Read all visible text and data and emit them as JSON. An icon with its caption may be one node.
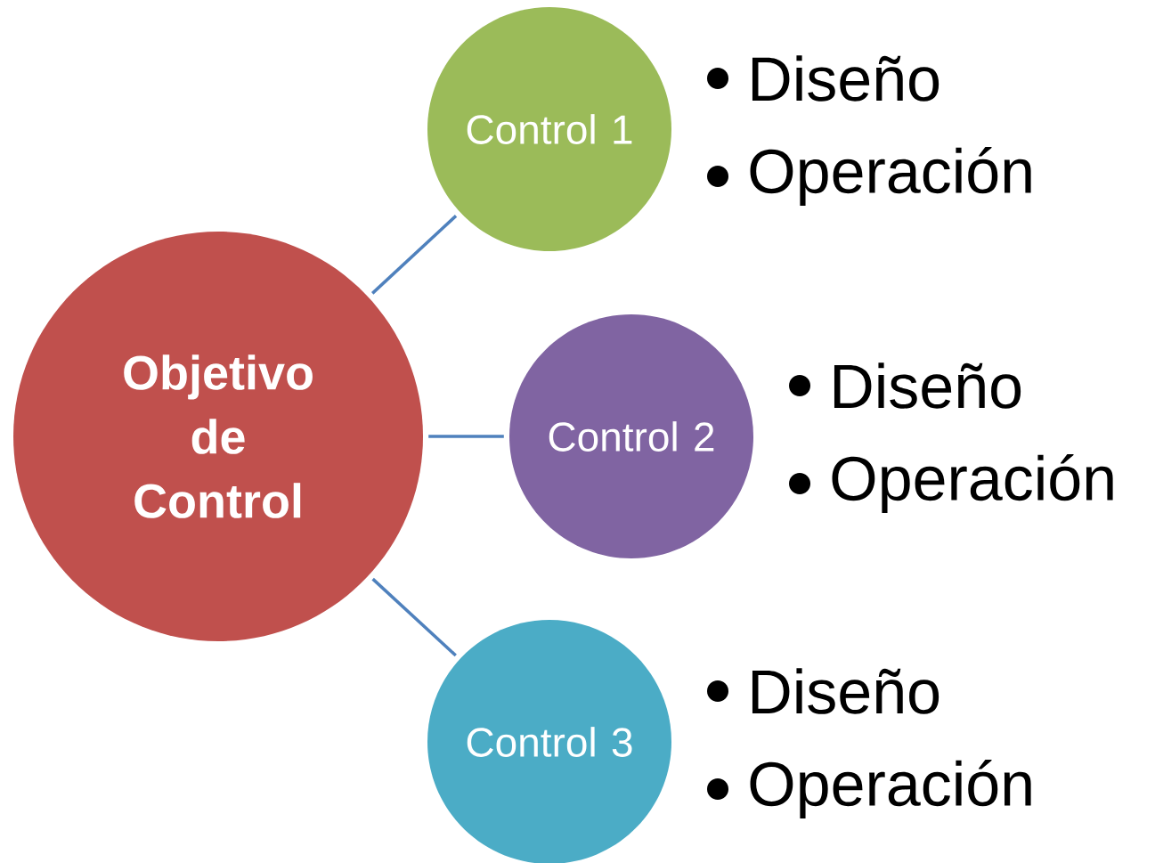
{
  "diagram": {
    "nodes": [
      {
        "text": [
          "Objetivo de Control"
        ]
      },
      {
        "text": [
          "Control 1"
        ],
        "beside": [
          "Diseño",
          "Operación"
        ]
      },
      {
        "text": [
          "Control 2"
        ],
        "beside": [
          "Diseño",
          "Operación"
        ]
      },
      {
        "text": [
          "Control 3"
        ],
        "beside": [
          "Diseño",
          "Operación"
        ]
      }
    ],
    "edges": [
      {
        "from": 0,
        "to": 1,
        "arrow": "none"
      },
      {
        "from": 0,
        "to": 2,
        "arrow": "none"
      },
      {
        "from": 0,
        "to": 3,
        "arrow": "none"
      }
    ]
  }
}
